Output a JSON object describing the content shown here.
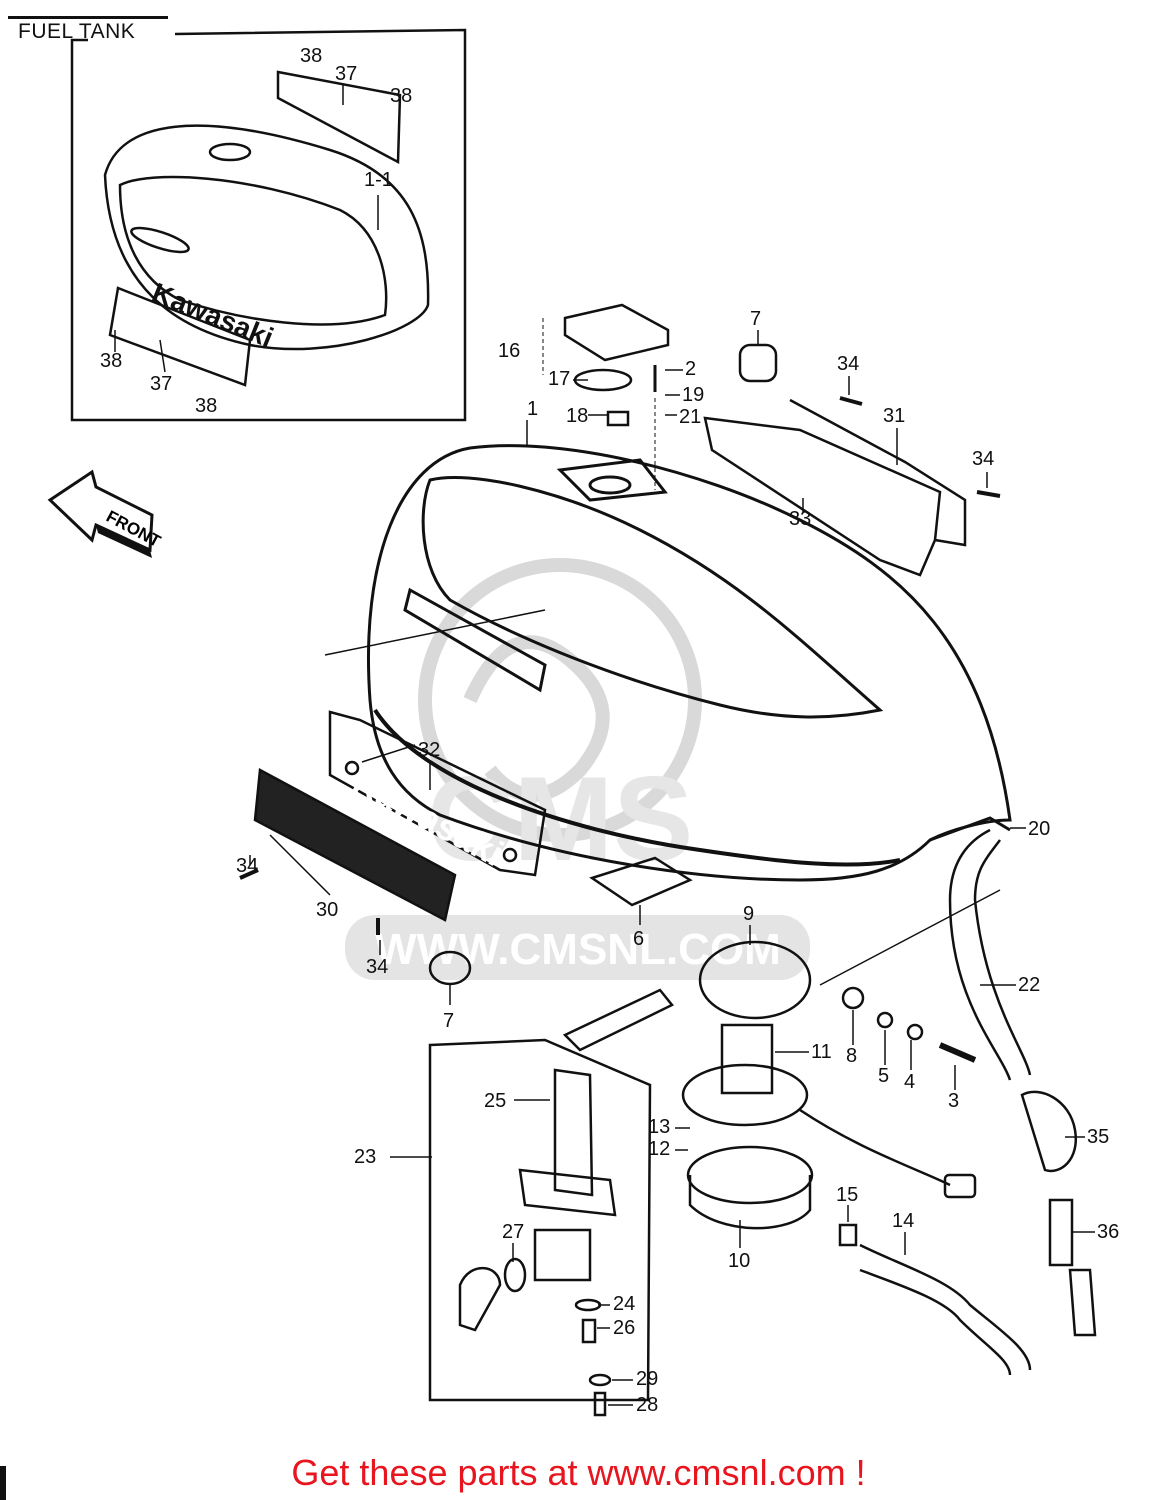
{
  "title": "FUEL TANK",
  "footer": "Get these parts at www.cmsnl.com !",
  "watermark": {
    "url": "WWW.CMSNL.COM",
    "brand": "CMS"
  },
  "arrow_label": "FRONT",
  "brand_emblem": "Kawasaki",
  "callouts": [
    "38",
    "37",
    "38",
    "1-1",
    "38",
    "37",
    "38",
    "16",
    "17",
    "18",
    "2",
    "19",
    "21",
    "1",
    "7",
    "34",
    "31",
    "34",
    "33",
    "20",
    "32",
    "34",
    "30",
    "34",
    "6",
    "9",
    "7",
    "22",
    "11",
    "8",
    "5",
    "4",
    "3",
    "25",
    "13",
    "12",
    "23",
    "35",
    "15",
    "14",
    "10",
    "36",
    "27",
    "24",
    "26",
    "29",
    "28"
  ],
  "colors": {
    "line": "#111111",
    "footer": "#e8141e",
    "watermark": "#d9d9d9"
  }
}
